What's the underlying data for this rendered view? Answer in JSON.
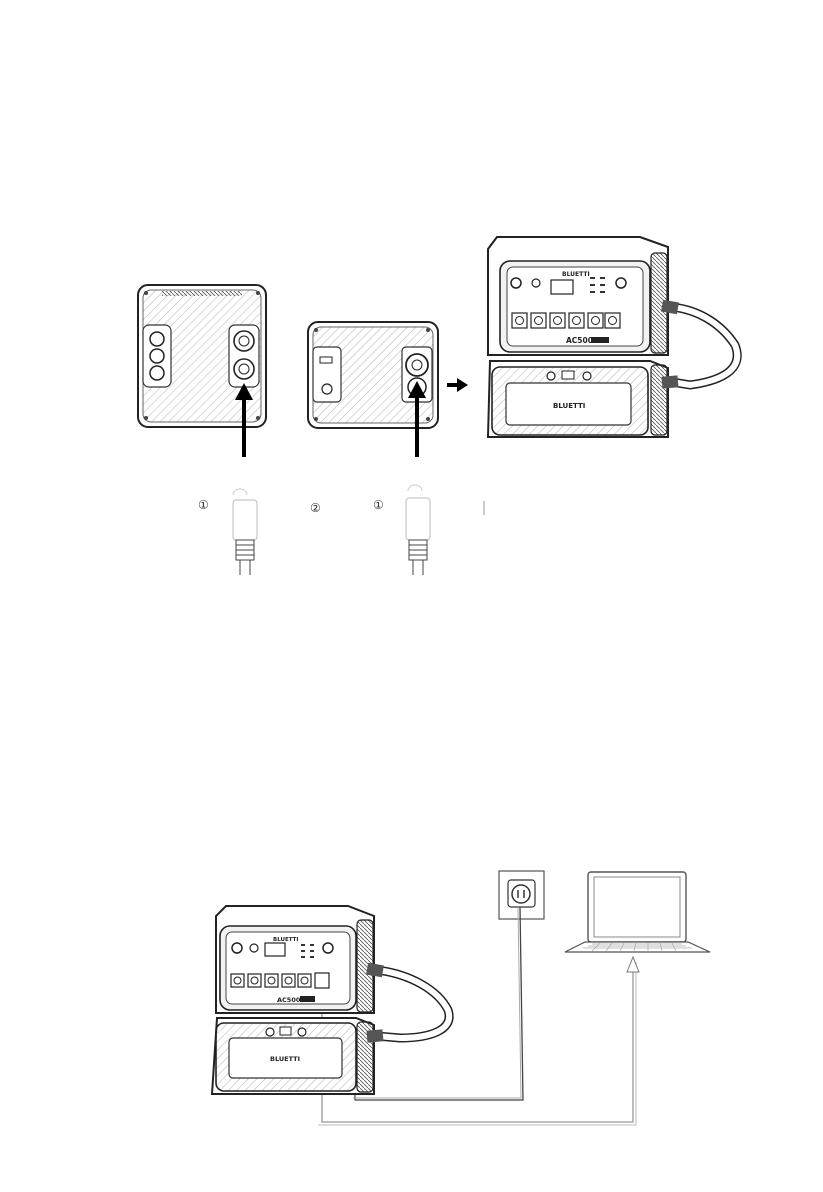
{
  "figure_top": {
    "step_markers": [
      "①",
      "②",
      "①"
    ],
    "unit_model": "AC500",
    "battery_brand": "BLUETTI",
    "top_brand": "BLUETTI"
  },
  "figure_bottom": {
    "unit_model": "AC500",
    "battery_brand": "BLUETTI",
    "top_brand": "BLUETTI"
  },
  "colors": {
    "line": "#222222",
    "hatch": "#bdbdbd",
    "panel": "#f2f2f2"
  }
}
